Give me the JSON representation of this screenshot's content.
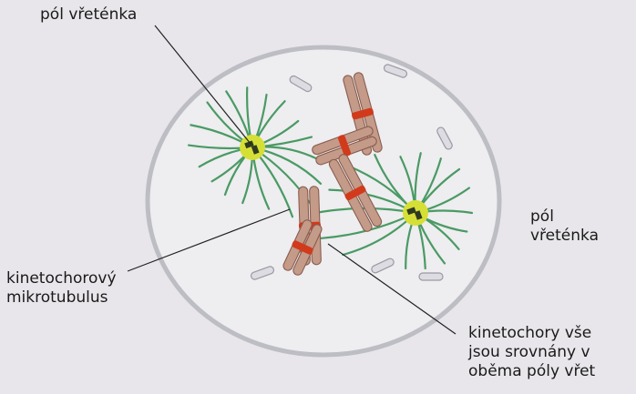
{
  "labels": {
    "spindle_pole_top": "pól vřeténka",
    "spindle_pole_right": "pól\nvřeténka",
    "kinetochore_microtubule": "kinetochorový\nmikrotubulus",
    "kinetochores_note": "kinetochory vše\njsou srovnány v\noběma póly vřet"
  },
  "colors": {
    "background": "#e8e6ea",
    "cell_fill": "#eeedf0",
    "cell_outline": "#bdbdc4",
    "microtubule": "#4a9a64",
    "pole_centrosome": "#d6df35",
    "centriole": "#2f3a22",
    "chromosome": "#c49a88",
    "chromosome_edge": "#8a5d4f",
    "kinetochore": "#d23a1c",
    "organelle": "#dcdce2",
    "leader_line": "#222222"
  }
}
